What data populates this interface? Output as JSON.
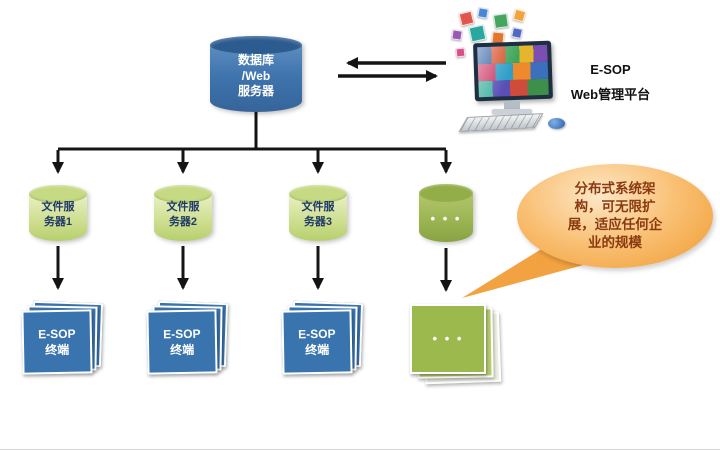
{
  "database_server": {
    "label": "数据库\n/Web\n服务器"
  },
  "platform": {
    "line1": "E-SOP",
    "line2": "Web管理平台"
  },
  "file_servers": [
    {
      "label": "文件服\n务器1"
    },
    {
      "label": "文件服\n务器2"
    },
    {
      "label": "文件服\n务器3"
    },
    {
      "label": "• • •"
    }
  ],
  "terminals": [
    {
      "label": "E-SOP\n终端"
    },
    {
      "label": "E-SOP\n终端"
    },
    {
      "label": "E-SOP\n终端"
    },
    {
      "label": "• • •"
    }
  ],
  "callout": {
    "text": "分布式系统架构，可无限扩展，适应任何企业的规模"
  },
  "colors": {
    "server_blue": "#3a74ae",
    "file_server_green": "#cbdd8a",
    "more_green": "#9cb94d",
    "terminal_blue": "#3a74ae",
    "callout_orange": "#f09a2e",
    "arrow_black": "#141414"
  }
}
